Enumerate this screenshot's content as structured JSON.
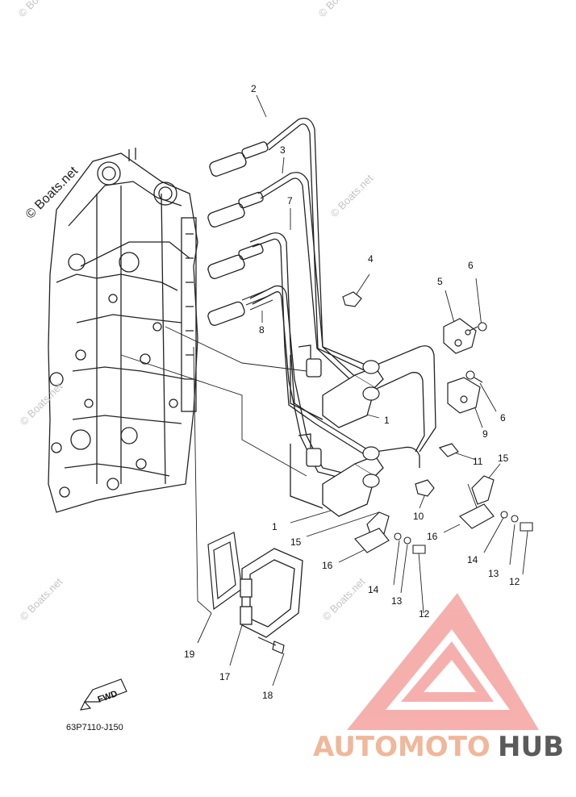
{
  "diagram": {
    "part_code": "63P7110-J150",
    "fwd_label": "FWD",
    "callouts": [
      {
        "id": "c2",
        "label": "2"
      },
      {
        "id": "c3",
        "label": "3"
      },
      {
        "id": "c7",
        "label": "7"
      },
      {
        "id": "c8",
        "label": "8"
      },
      {
        "id": "c4",
        "label": "4"
      },
      {
        "id": "c5",
        "label": "5"
      },
      {
        "id": "c6a",
        "label": "6"
      },
      {
        "id": "c6b",
        "label": "6"
      },
      {
        "id": "c9",
        "label": "9"
      },
      {
        "id": "c1a",
        "label": "1"
      },
      {
        "id": "c1b",
        "label": "1"
      },
      {
        "id": "c11",
        "label": "11"
      },
      {
        "id": "c15a",
        "label": "15"
      },
      {
        "id": "c15b",
        "label": "15"
      },
      {
        "id": "c10",
        "label": "10"
      },
      {
        "id": "c16a",
        "label": "16"
      },
      {
        "id": "c16b",
        "label": "16"
      },
      {
        "id": "c14a",
        "label": "14"
      },
      {
        "id": "c14b",
        "label": "14"
      },
      {
        "id": "c13a",
        "label": "13"
      },
      {
        "id": "c13b",
        "label": "13"
      },
      {
        "id": "c12a",
        "label": "12"
      },
      {
        "id": "c12b",
        "label": "12"
      },
      {
        "id": "c19",
        "label": "19"
      },
      {
        "id": "c17",
        "label": "17"
      },
      {
        "id": "c18",
        "label": "18"
      }
    ]
  },
  "watermarks": {
    "boats_net": "© Boats.net"
  },
  "logo": {
    "part1": "AUTOMOTO",
    "part2": "HUB",
    "color_primary": "#f0b79a",
    "color_secondary": "#5a5a5a",
    "color_triangle": "#f29a96"
  }
}
